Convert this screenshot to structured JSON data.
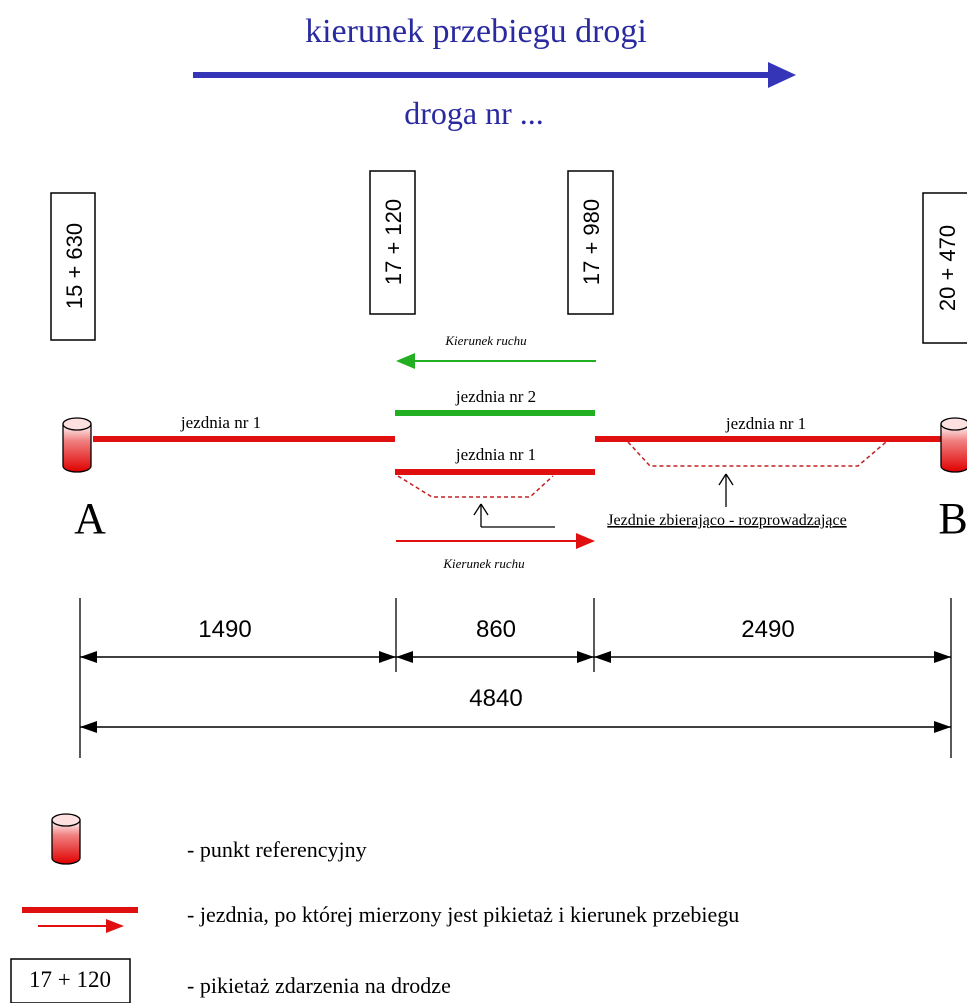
{
  "header": {
    "direction_title": "kierunek przebiegu drogi",
    "road_label": "droga nr ..."
  },
  "chainage_boxes": [
    {
      "label": "15 + 630"
    },
    {
      "label": "17 + 120"
    },
    {
      "label": "17 + 980"
    },
    {
      "label": "20 + 470"
    }
  ],
  "carriageways": {
    "left": "jezdnia nr 1",
    "middle_upper": "jezdnia nr 2",
    "middle_lower": "jezdnia nr 1",
    "right": "jezdnia nr 1"
  },
  "traffic_direction": {
    "upper": "Kierunek ruchu",
    "lower": "Kierunek ruchu"
  },
  "collector_roads_label": "Jezdnie zbierająco - rozprowadzające",
  "reference_points": {
    "start": "A",
    "end": "B"
  },
  "dimensions": {
    "segment_1": "1490",
    "segment_2": "860",
    "segment_3": "2490",
    "total": "4840"
  },
  "legend": {
    "reference_point": "- punkt referencyjny",
    "carriageway": "- jezdnia, po której mierzony jest pikietaż i kierunek przebiegu",
    "chainage_box_sample": "17 + 120",
    "chainage": "- pikietaż zdarzenia na drodze"
  },
  "colors": {
    "title_blue": "#2a2aa0",
    "arrow_blue": "#3535b8",
    "road_red": "#e01010",
    "road_green": "#22b022",
    "dark_red": "#b01010"
  }
}
